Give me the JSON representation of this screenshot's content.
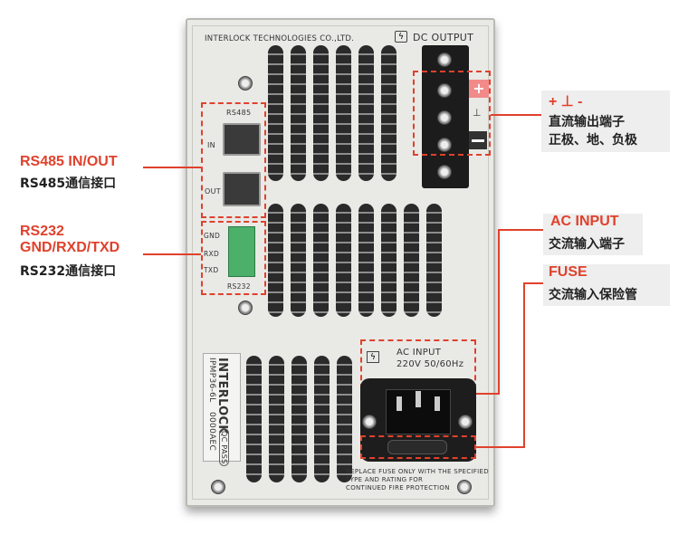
{
  "panel": {
    "company": "INTERLOCK TECHNOLOGIES CO.,LTD.",
    "dc_output": "DC OUTPUT",
    "rs485": "RS485",
    "in": "IN",
    "out": "OUT",
    "gnd": "GND",
    "rxd": "RXD",
    "txd": "TXD",
    "rs232": "RS232",
    "ground_symbol": "⊥",
    "ac_input": "AC INPUT",
    "ac_rating": "220V 50/60Hz",
    "fuse_warning": [
      "REPLACE FUSE ONLY WITH THE SPECIFIED",
      "TYPE AND RATING FOR",
      "CONTINUED FIRE PROTECTION"
    ],
    "label_brand": "INTERLOCK",
    "label_qc": "QC PASS",
    "label_model": "IPMP36-6L",
    "label_serial": "0000AEC"
  },
  "callouts": {
    "rs485_title": "RS485 IN/OUT",
    "rs485_desc": "RS485通信接口",
    "rs232_title1": "RS232",
    "rs232_title2": "GND/RXD/TXD",
    "rs232_desc": "RS232通信接口",
    "dc_symbols": "+ ⊥ -",
    "dc_desc1": "直流输出端子",
    "dc_desc2": "正极、地、负极",
    "ac_title": "AC INPUT",
    "ac_desc": "交流输入端子",
    "fuse_title": "FUSE",
    "fuse_desc": "交流输入保险管"
  },
  "colors": {
    "accent": "#e0412c"
  }
}
